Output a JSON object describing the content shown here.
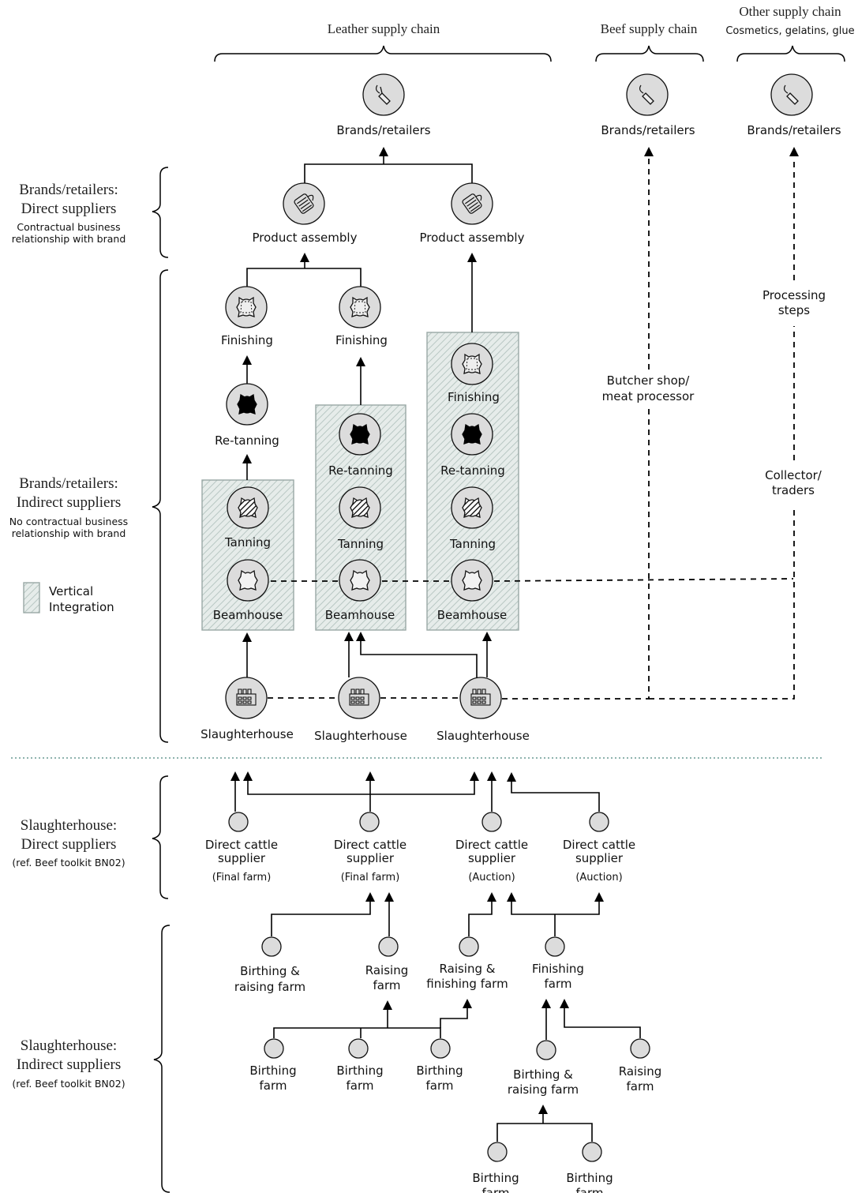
{
  "chains": {
    "leather": "Leather supply chain",
    "beef": "Beef supply chain",
    "other": "Other supply chain",
    "other_sub": "Cosmetics, gelatins, glue"
  },
  "tiers": {
    "t1_line1": "Brands/retailers:",
    "t1_line2": "Direct suppliers",
    "t1_sub1": "Contractual business",
    "t1_sub2": "relationship with brand",
    "t2_line1": "Brands/retailers:",
    "t2_line2": "Indirect suppliers",
    "t2_sub1": "No contractual business",
    "t2_sub2": "relationship with brand",
    "t3_line1": "Slaughterhouse:",
    "t3_line2": "Direct suppliers",
    "t3_sub": "(ref. Beef toolkit BN02)",
    "t4_line1": "Slaughterhouse:",
    "t4_line2": "Indirect suppliers",
    "t4_sub": "(ref. Beef toolkit BN02)"
  },
  "legend": {
    "line1": "Vertical",
    "line2": "Integration"
  },
  "labels": {
    "brands": "Brands/retailers",
    "product_assembly": "Product assembly",
    "finishing": "Finishing",
    "retanning": "Re-tanning",
    "tanning": "Tanning",
    "beamhouse": "Beamhouse",
    "slaughterhouse": "Slaughterhouse",
    "butcher1": "Butcher shop/",
    "butcher2": "meat processor",
    "processing1": "Processing",
    "processing2": "steps",
    "collector1": "Collector/",
    "collector2": "traders",
    "dcs1": "Direct cattle",
    "dcs2": "supplier",
    "final_farm": "(Final farm)",
    "auction": "(Auction)",
    "birthing_raising1": "Birthing &",
    "birthing_raising2": "raising farm",
    "raising1": "Raising",
    "raising2": "farm",
    "raising_finishing1": "Raising &",
    "raising_finishing2": "finishing farm",
    "finishing_farm1": "Finishing",
    "finishing_farm2": "farm",
    "birthing1": "Birthing",
    "birthing2": "farm"
  },
  "icons": {
    "brands": "price-tag-icon",
    "assembly": "thread-spool-icon",
    "finishing": "stitched-hide-icon",
    "retanning": "dark-hide-icon",
    "tanning": "striped-hide-icon",
    "beamhouse": "raw-hide-icon",
    "slaughterhouse": "factory-building-icon"
  }
}
